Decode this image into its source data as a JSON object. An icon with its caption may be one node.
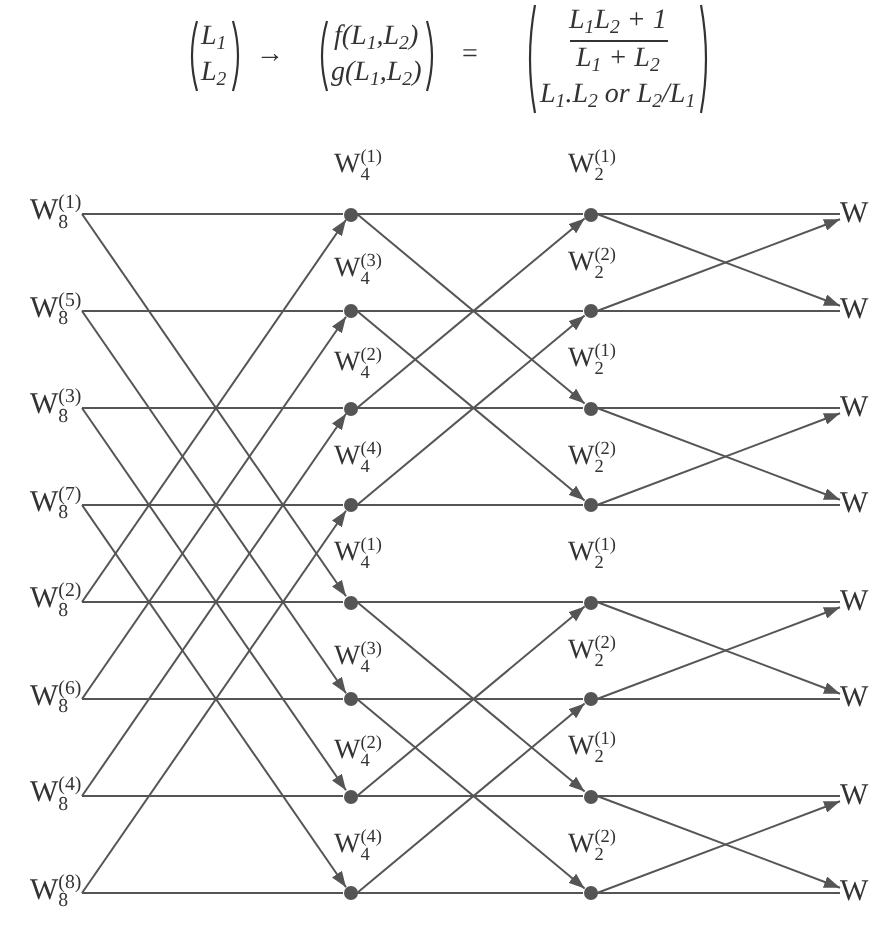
{
  "diagram": {
    "nodes": [
      {
        "text": [
          "W$_{8}$$^{(1)}$"
        ]
      },
      {
        "text": [
          "W$_{8}$$^{(5)}$"
        ]
      },
      {
        "text": [
          "W$_{8}$$^{(3)}$"
        ]
      },
      {
        "text": [
          "W$_{8}$$^{(7)}$"
        ]
      },
      {
        "text": [
          "W$_{8}$$^{(2)}$"
        ]
      },
      {
        "text": [
          "W$_{8}$$^{(6)}$"
        ]
      },
      {
        "text": [
          "W$_{8}$$^{(4)}$"
        ]
      },
      {
        "text": [
          "W$_{8}$$^{(8)}$"
        ]
      },
      {
        "text": [],
        "shape": "dot",
        "beside": [
          "W$_{4}$$^{(1)}$"
        ]
      },
      {
        "text": [],
        "shape": "dot",
        "beside": [
          "W$_{4}$$^{(3)}$"
        ]
      },
      {
        "text": [],
        "shape": "dot",
        "beside": [
          "W$_{4}$$^{(2)}$"
        ]
      },
      {
        "text": [],
        "shape": "dot",
        "beside": [
          "W$_{4}$$^{(4)}$"
        ]
      },
      {
        "text": [],
        "shape": "dot",
        "beside": [
          "W$_{4}$$^{(1)}$"
        ]
      },
      {
        "text": [],
        "shape": "dot",
        "beside": [
          "W$_{4}$$^{(3)}$"
        ]
      },
      {
        "text": [],
        "shape": "dot",
        "beside": [
          "W$_{4}$$^{(2)}$"
        ]
      },
      {
        "text": [],
        "shape": "dot",
        "beside": [
          "W$_{4}$$^{(4)}$"
        ]
      },
      {
        "text": [],
        "shape": "dot",
        "beside": [
          "W$_{2}$$^{(1)}$"
        ]
      },
      {
        "text": [],
        "shape": "dot",
        "beside": [
          "W$_{2}$$^{(2)}$"
        ]
      },
      {
        "text": [],
        "shape": "dot",
        "beside": [
          "W$_{2}$$^{(1)}$"
        ]
      },
      {
        "text": [],
        "shape": "dot",
        "beside": [
          "W$_{2}$$^{(2)}$"
        ]
      },
      {
        "text": [],
        "shape": "dot",
        "beside": [
          "W$_{2}$$^{(1)}$"
        ]
      },
      {
        "text": [],
        "shape": "dot",
        "beside": [
          "W$_{2}$$^{(2)}$"
        ]
      },
      {
        "text": [],
        "shape": "dot",
        "beside": [
          "W$_{2}$$^{(1)}$"
        ]
      },
      {
        "text": [],
        "shape": "dot",
        "beside": [
          "W$_{2}$$^{(2)}$"
        ]
      },
      {
        "text": [
          "W"
        ]
      },
      {
        "text": [
          "W"
        ]
      },
      {
        "text": [
          "W"
        ]
      },
      {
        "text": [
          "W"
        ]
      },
      {
        "text": [
          "W"
        ]
      },
      {
        "text": [
          "W"
        ]
      },
      {
        "text": [
          "W"
        ]
      },
      {
        "text": [
          "W"
        ]
      }
    ],
    "edges": [
      {
        "from": 0,
        "to": 8,
        "arrow": "none"
      },
      {
        "from": 0,
        "to": 12,
        "arrow": "to"
      },
      {
        "from": 1,
        "to": 9,
        "arrow": "none"
      },
      {
        "from": 1,
        "to": 13,
        "arrow": "to"
      },
      {
        "from": 2,
        "to": 10,
        "arrow": "none"
      },
      {
        "from": 2,
        "to": 14,
        "arrow": "to"
      },
      {
        "from": 3,
        "to": 11,
        "arrow": "none"
      },
      {
        "from": 3,
        "to": 15,
        "arrow": "to"
      },
      {
        "from": 4,
        "to": 12,
        "arrow": "none"
      },
      {
        "from": 4,
        "to": 8,
        "arrow": "to"
      },
      {
        "from": 5,
        "to": 13,
        "arrow": "none"
      },
      {
        "from": 5,
        "to": 9,
        "arrow": "to"
      },
      {
        "from": 6,
        "to": 14,
        "arrow": "none"
      },
      {
        "from": 6,
        "to": 10,
        "arrow": "to"
      },
      {
        "from": 7,
        "to": 15,
        "arrow": "none"
      },
      {
        "from": 7,
        "to": 11,
        "arrow": "to"
      },
      {
        "from": 8,
        "to": 16,
        "arrow": "none"
      },
      {
        "from": 8,
        "to": 18,
        "arrow": "to"
      },
      {
        "from": 9,
        "to": 17,
        "arrow": "none"
      },
      {
        "from": 9,
        "to": 19,
        "arrow": "to"
      },
      {
        "from": 10,
        "to": 18,
        "arrow": "none"
      },
      {
        "from": 10,
        "to": 16,
        "arrow": "to"
      },
      {
        "from": 11,
        "to": 19,
        "arrow": "none"
      },
      {
        "from": 11,
        "to": 17,
        "arrow": "to"
      },
      {
        "from": 12,
        "to": 20,
        "arrow": "none"
      },
      {
        "from": 12,
        "to": 22,
        "arrow": "to"
      },
      {
        "from": 13,
        "to": 21,
        "arrow": "none"
      },
      {
        "from": 13,
        "to": 23,
        "arrow": "to"
      },
      {
        "from": 14,
        "to": 22,
        "arrow": "none"
      },
      {
        "from": 14,
        "to": 20,
        "arrow": "to"
      },
      {
        "from": 15,
        "to": 23,
        "arrow": "none"
      },
      {
        "from": 15,
        "to": 21,
        "arrow": "to"
      },
      {
        "from": 16,
        "to": 24,
        "arrow": "none"
      },
      {
        "from": 16,
        "to": 25,
        "arrow": "to"
      },
      {
        "from": 17,
        "to": 25,
        "arrow": "none"
      },
      {
        "from": 17,
        "to": 24,
        "arrow": "to"
      },
      {
        "from": 18,
        "to": 26,
        "arrow": "none"
      },
      {
        "from": 18,
        "to": 27,
        "arrow": "to"
      },
      {
        "from": 19,
        "to": 27,
        "arrow": "none"
      },
      {
        "from": 19,
        "to": 26,
        "arrow": "to"
      },
      {
        "from": 20,
        "to": 28,
        "arrow": "none"
      },
      {
        "from": 20,
        "to": 29,
        "arrow": "to"
      },
      {
        "from": 21,
        "to": 29,
        "arrow": "none"
      },
      {
        "from": 21,
        "to": 28,
        "arrow": "to"
      },
      {
        "from": 22,
        "to": 30,
        "arrow": "none"
      },
      {
        "from": 22,
        "to": 31,
        "arrow": "to"
      },
      {
        "from": 23,
        "to": 31,
        "arrow": "none"
      },
      {
        "from": 23,
        "to": 30,
        "arrow": "to"
      }
    ],
    "labels": [
      "L$_{1}$",
      "L$_{2}$",
      "→",
      "f(L$_{1}$,L$_{2}$)",
      "g(L$_{1}$,L$_{2}$)",
      "=",
      "L$_{1}$L$_{2}$ + 1",
      "L$_{1}$ + L$_{2}$",
      "L$_{1}$.L$_{2}$ or L$_{2}$/L$_{1}$"
    ]
  }
}
